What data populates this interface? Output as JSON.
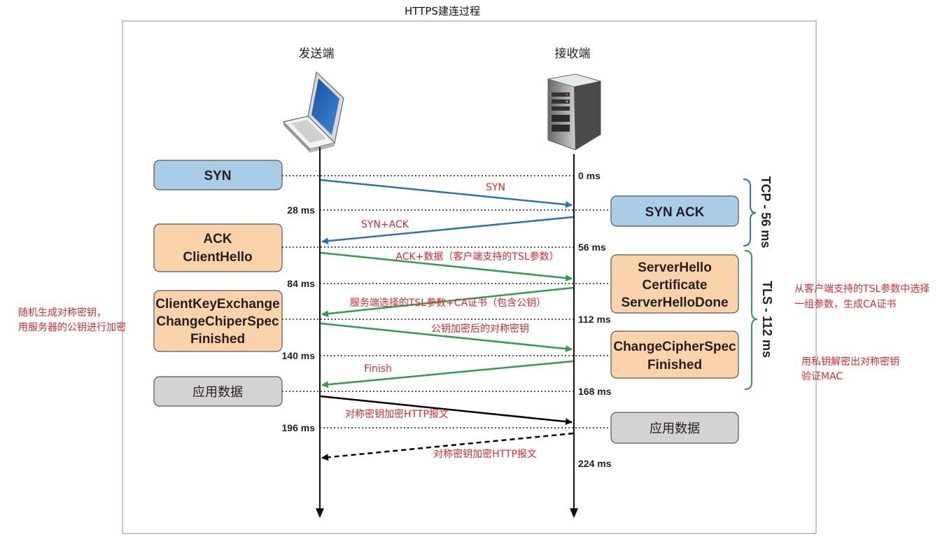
{
  "title": "HTTPS建连过程",
  "sender": {
    "label": "发送端"
  },
  "receiver": {
    "label": "接收端"
  },
  "times": [
    "0 ms",
    "28 ms",
    "56 ms",
    "84 ms",
    "112 ms",
    "140 ms",
    "168 ms",
    "196 ms",
    "224 ms"
  ],
  "boxes": {
    "left_syn": [
      "SYN"
    ],
    "left_ack_hello": [
      "ACK",
      "ClientHello"
    ],
    "left_key_exchange": [
      "ClientKeyExchange",
      "ChangeChiperSpec",
      "Finished"
    ],
    "left_app_data": [
      "应用数据"
    ],
    "right_syn_ack": [
      "SYN ACK"
    ],
    "right_server_hello": [
      "ServerHello",
      "Certificate",
      "ServerHelloDone"
    ],
    "right_change_cipher": [
      "ChangeCipherSpec",
      "Finished"
    ],
    "right_app_data": [
      "应用数据"
    ]
  },
  "messages": {
    "syn": "SYN",
    "syn_ack": "SYN+ACK",
    "ack_data": "ACK+数据（客户端支持的TSL参数）",
    "server_params": "服务端选择的TSL参数+CA证书（包含公钥）",
    "encrypted_key": "公钥加密后的对称密钥",
    "finish": "Finish",
    "http_request": "对称密钥加密HTTP报文",
    "http_response": "对称密钥加密HTTP报文"
  },
  "notes": {
    "client_left": [
      "随机生成对称密钥，",
      "用服务器的公钥进行加密"
    ],
    "server_params": [
      "从客户端支持的TSL参数中选择",
      "一组参数，生成CA证书"
    ],
    "server_decrypt": [
      "用私钥解密出对称密钥",
      "验证MAC"
    ]
  },
  "braces": {
    "tcp": "TCP - 56 ms",
    "tls": "TLS - 112 ms"
  },
  "colors": {
    "blue_box": "#a9cde6",
    "orange_box": "#fbd3aa",
    "gray_box": "#d3d3d3",
    "blue_arrow": "#2a73b9",
    "green_arrow": "#2e9e4b",
    "black_arrow": "#000000",
    "red_text": "#e8262b",
    "brace_green": "#2e9e4b",
    "brace_blue": "#2a73b9"
  }
}
